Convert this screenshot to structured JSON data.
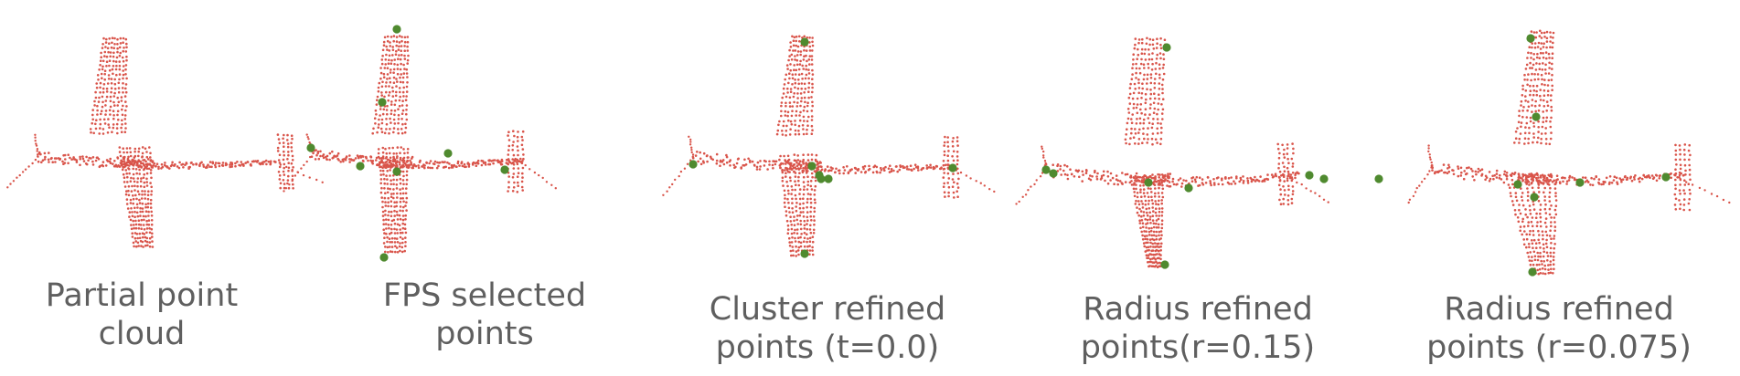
{
  "figure": {
    "panels": [
      {
        "id": "partial",
        "caption_lines": [
          "Partial point",
          "cloud"
        ],
        "selected_points": 0
      },
      {
        "id": "fps",
        "caption_lines": [
          "FPS selected",
          "points"
        ],
        "selected_points": 8
      },
      {
        "id": "cluster",
        "caption_lines": [
          "Cluster refined",
          "points (t=0.0)"
        ],
        "selected_points": 8
      },
      {
        "id": "radius015",
        "caption_lines": [
          "Radius refined",
          "points(r=0.15)"
        ],
        "selected_points": 8
      },
      {
        "id": "radius0075",
        "caption_lines": [
          "Radius refined",
          "points (r=0.075)"
        ],
        "selected_points": 8
      }
    ]
  },
  "colors": {
    "cloud_point": "#d9544a",
    "selected_point": "#4f8a2f",
    "caption_text": "#5f5f5f"
  }
}
